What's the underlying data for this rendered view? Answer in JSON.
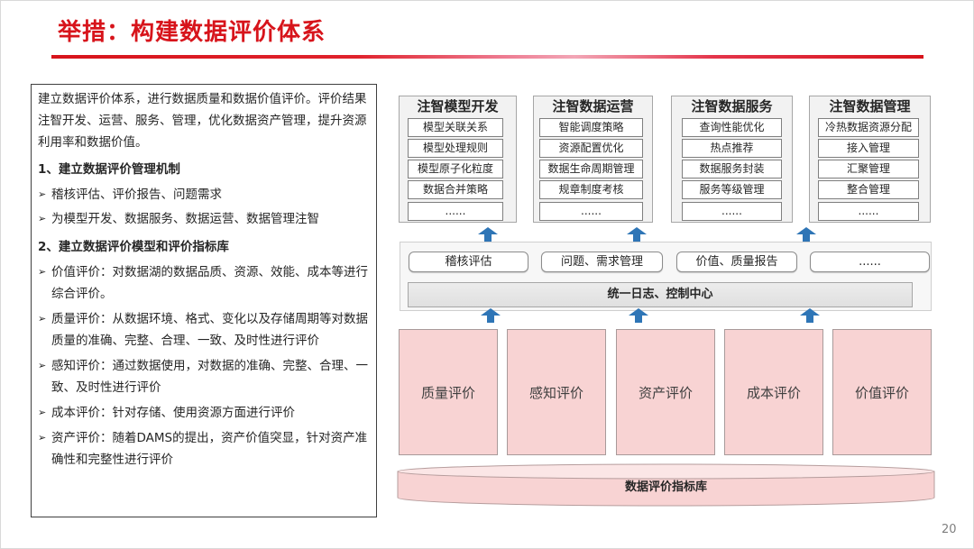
{
  "slide": {
    "title": "举措：构建数据评价体系",
    "page_number": "20"
  },
  "colors": {
    "title": "#d7141b",
    "flow_arrow": "#2e75b6",
    "evaluation_model": "#f8d3d3",
    "index_library": "#f8d3d3"
  },
  "icons": {
    "flow_arrow": "up-arrow"
  },
  "left_panel": {
    "bullet": "➢",
    "intro_lines": [
      "建立数据评价体系，进行数据质量和数据价值评价。评价结果",
      "注智开发、运营、服务、管理，优化数据资产管理，提升资源",
      "利用率和数据价值。"
    ],
    "sections": [
      {
        "heading": "1、建立数据评价管理机制",
        "items": [
          {
            "lines": [
              "稽核评估、评价报告、问题需求"
            ]
          },
          {
            "lines": [
              "为模型开发、数据服务、数据运营、数据管理注智"
            ]
          }
        ]
      },
      {
        "heading": "2、建立数据评价模型和评价指标库",
        "items": [
          {
            "lines": [
              "价值评价：对数据湖的数据品质、资源、效能、成本等进行",
              "综合评价。"
            ]
          },
          {
            "lines": [
              "质量评价：从数据环境、格式、变化以及存储周期等对数据",
              "质量的准确、完整、合理、一致、及时性进行评价"
            ]
          },
          {
            "lines": [
              "感知评价：通过数据使用，对数据的准确、完整、合理、一",
              "致、及时性进行评价"
            ]
          },
          {
            "lines": [
              "成本评价：针对存储、使用资源方面进行评价"
            ]
          },
          {
            "lines": [
              "资产评价：随着DAMS的提出，资产价值突显，针对资产准",
              "确性和完整性进行评价"
            ]
          }
        ]
      }
    ]
  },
  "diagram": {
    "top_panels": [
      {
        "title": "注智模型开发",
        "items": [
          "模型关联关系",
          "模型处理规则",
          "模型原子化粒度",
          "数据合并策略",
          "......"
        ]
      },
      {
        "title": "注智数据运营",
        "items": [
          "智能调度策略",
          "资源配置优化",
          "数据生命周期管理",
          "规章制度考核",
          "......"
        ]
      },
      {
        "title": "注智数据服务",
        "items": [
          "查询性能优化",
          "热点推荐",
          "数据服务封装",
          "服务等级管理",
          "......"
        ]
      },
      {
        "title": "注智数据管理",
        "items": [
          "冷热数据资源分配",
          "接入管理",
          "汇聚管理",
          "整合管理",
          "......"
        ]
      }
    ],
    "middle_layer": {
      "capabilities": [
        "稽核评估",
        "问题、需求管理",
        "价值、质量报告",
        "......"
      ],
      "control_center": "统一日志、控制中心"
    },
    "evaluation_models": [
      "质量评价",
      "感知评价",
      "资产评价",
      "成本评价",
      "价值评价"
    ],
    "index_library": "数据评价指标库"
  }
}
